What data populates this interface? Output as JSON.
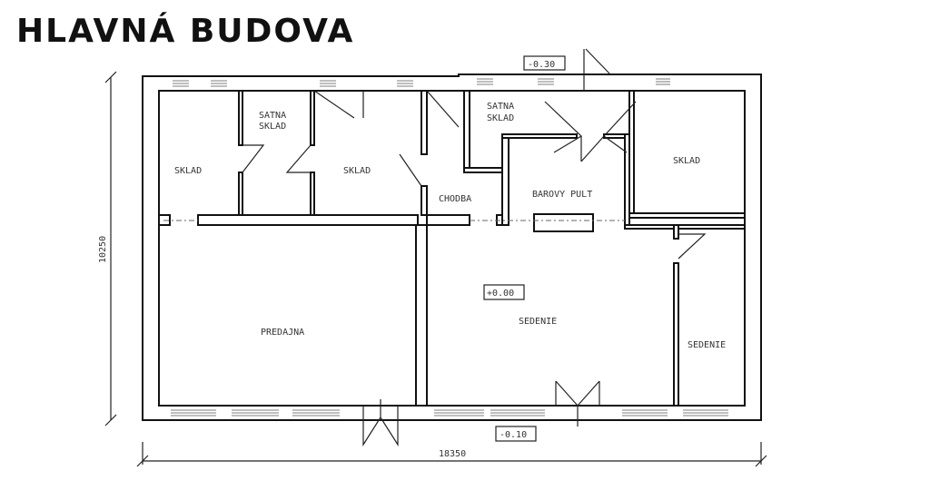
{
  "title": "HLAVNÁ BUDOVA",
  "rooms": {
    "sklad_left": "SKLAD",
    "satna_sklad_1_line1": "SATNA",
    "satna_sklad_1_line2": "SKLAD",
    "sklad_middle": "SKLAD",
    "satna_sklad_2_line1": "SATNA",
    "satna_sklad_2_line2": "SKLAD",
    "sklad_right": "SKLAD",
    "chodba": "CHODBA",
    "barovy_pult": "BAROVY PULT",
    "predajna": "PREDAJNA",
    "sedenie_main": "SEDENIE",
    "sedenie_right": "SEDENIE"
  },
  "levels": {
    "top": "-0.30",
    "main": "+0.00",
    "bottom": "-0.10"
  },
  "dimensions": {
    "height": "10250",
    "width": "18350"
  }
}
